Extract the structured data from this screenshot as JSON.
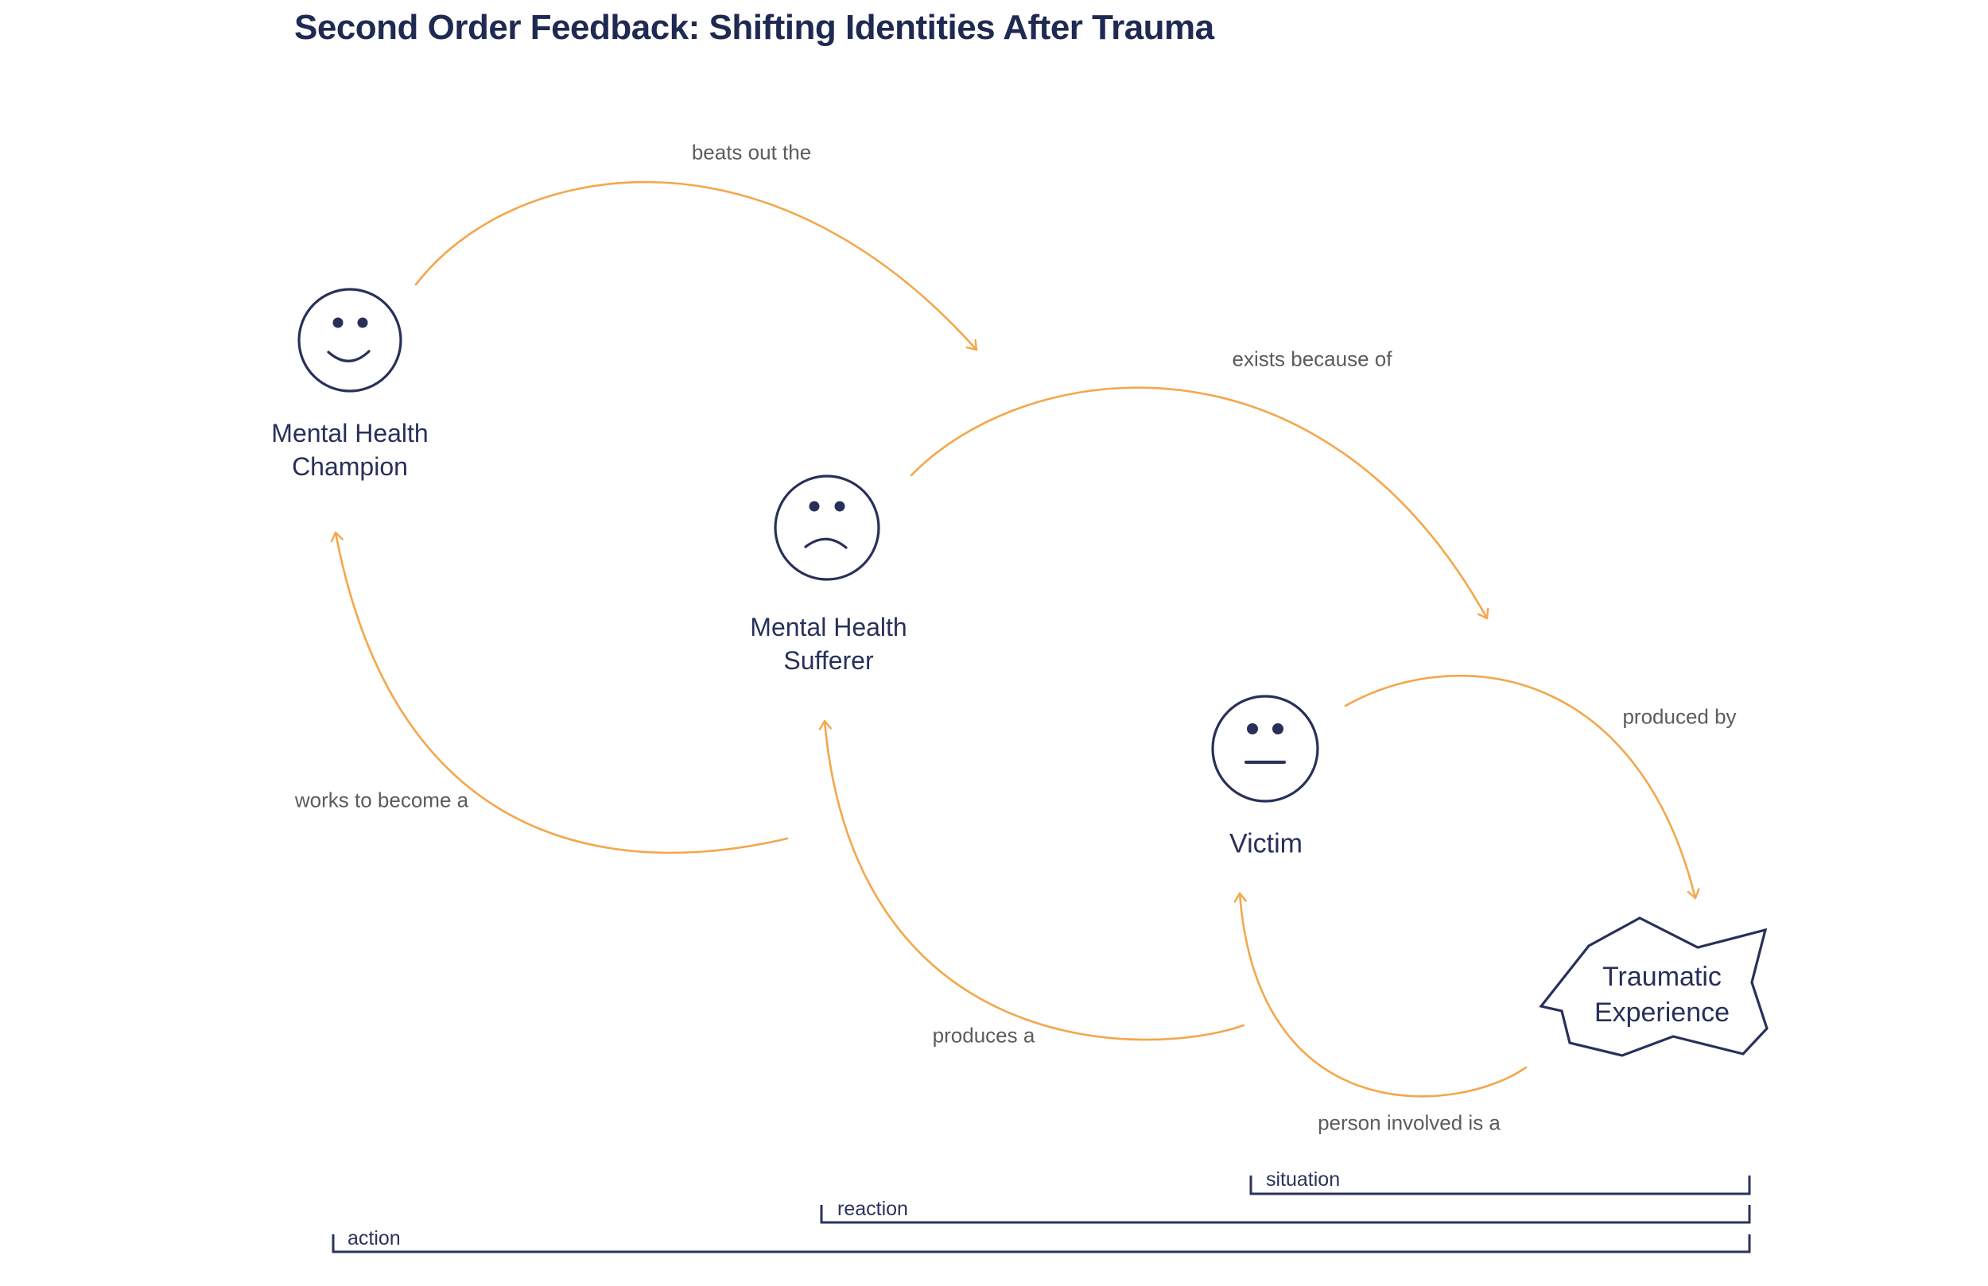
{
  "title": "Second Order Feedback: Shifting Identities After Trauma",
  "nodes": {
    "champion": {
      "label": "Mental Health Champion",
      "icon": "happy-face-icon"
    },
    "sufferer": {
      "label": "Mental Health Sufferer",
      "icon": "sad-face-icon"
    },
    "victim": {
      "label": "Victim",
      "icon": "neutral-face-icon"
    },
    "trauma": {
      "label": "Traumatic Experience",
      "icon": "jagged-blob-shape"
    }
  },
  "edges": {
    "beats_out": {
      "label": "beats out the",
      "from": "Mental Health Champion",
      "to": "Mental Health Sufferer"
    },
    "exists_because": {
      "label": "exists because of",
      "from": "Mental Health Sufferer",
      "to": "Victim"
    },
    "produced_by": {
      "label": "produced by",
      "from": "Victim",
      "to": "Traumatic Experience"
    },
    "works_to_become": {
      "label": "works to become a",
      "from": "Mental Health Sufferer",
      "to": "Mental Health Champion"
    },
    "produces_a": {
      "label": "produces a",
      "from": "Traumatic Experience",
      "to": "Mental Health Sufferer"
    },
    "person_involved": {
      "label": "person involved is a",
      "from": "Traumatic Experience",
      "to": "Victim"
    }
  },
  "brackets": {
    "situation": {
      "label": "situation"
    },
    "reaction": {
      "label": "reaction"
    },
    "action": {
      "label": "action"
    }
  },
  "colors": {
    "navy": "#28305A",
    "title_navy": "#1F2A52",
    "orange": "#F4A74B",
    "label_gray": "#5C5C5C"
  }
}
